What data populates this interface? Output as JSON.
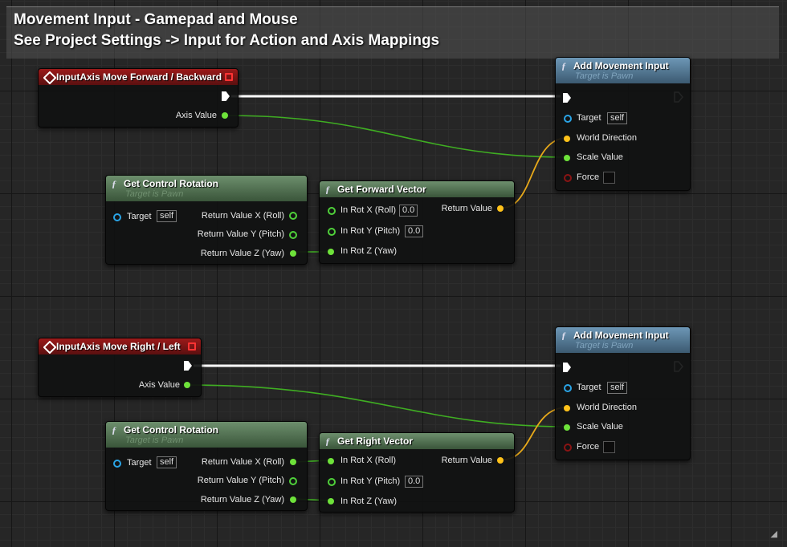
{
  "comment": {
    "line1": "Movement Input - Gamepad and Mouse",
    "line2": "See Project Settings -> Input for Action and Axis Mappings"
  },
  "colors": {
    "exec": "#ffffff",
    "float_pin": "#6ee23a",
    "vector_pin": "#ffc21a",
    "object_pin": "#2aa4e6",
    "bool_pin": "#8a1414",
    "event_header": "#9c1a1a",
    "function_header": "#5a7f9b",
    "pure_header": "#557555"
  },
  "graph1": {
    "event": {
      "title": "InputAxis Move Forward / Backward",
      "axis_label": "Axis Value"
    },
    "add_input": {
      "title": "Add Movement Input",
      "subtitle": "Target is Pawn",
      "target": "Target",
      "self": "self",
      "world_dir": "World Direction",
      "scale": "Scale Value",
      "force": "Force"
    },
    "control_rot": {
      "title": "Get Control Rotation",
      "subtitle": "Target is Pawn",
      "target": "Target",
      "self": "self",
      "out_x": "Return Value X (Roll)",
      "out_y": "Return Value Y (Pitch)",
      "out_z": "Return Value Z (Yaw)"
    },
    "vector": {
      "title": "Get Forward Vector",
      "in_x": "In Rot X (Roll)",
      "in_x_val": "0.0",
      "in_y": "In Rot Y (Pitch)",
      "in_y_val": "0.0",
      "in_z": "In Rot Z (Yaw)",
      "ret": "Return Value"
    }
  },
  "graph2": {
    "event": {
      "title": "InputAxis Move Right / Left",
      "axis_label": "Axis Value"
    },
    "add_input": {
      "title": "Add Movement Input",
      "subtitle": "Target is Pawn",
      "target": "Target",
      "self": "self",
      "world_dir": "World Direction",
      "scale": "Scale Value",
      "force": "Force"
    },
    "control_rot": {
      "title": "Get Control Rotation",
      "subtitle": "Target is Pawn",
      "target": "Target",
      "self": "self",
      "out_x": "Return Value X (Roll)",
      "out_y": "Return Value Y (Pitch)",
      "out_z": "Return Value Z (Yaw)"
    },
    "vector": {
      "title": "Get Right Vector",
      "in_x": "In Rot X (Roll)",
      "in_y": "In Rot Y (Pitch)",
      "in_y_val": "0.0",
      "in_z": "In Rot Z (Yaw)",
      "ret": "Return Value"
    }
  },
  "icons": {
    "function": "ƒ",
    "resize": "◢"
  }
}
